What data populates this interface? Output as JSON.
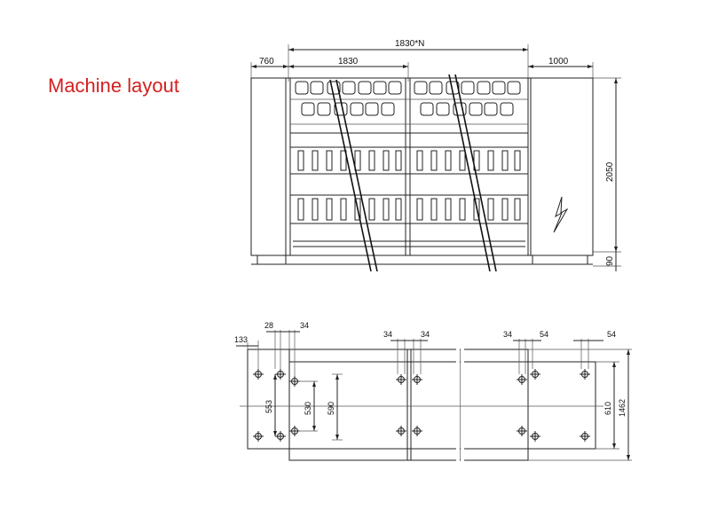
{
  "title": "Machine layout",
  "front_view": {
    "dims": {
      "total": "1830*N",
      "section": "1830",
      "left": "760",
      "right": "1000",
      "height": "2050",
      "base": "90"
    }
  },
  "plan_view": {
    "dims": {
      "d133": "133",
      "d28": "28",
      "d34a": "34",
      "d34b": "34",
      "d34c": "34",
      "d34d": "34",
      "d54a": "54",
      "d54b": "54",
      "d553": "553",
      "d530": "530",
      "d590": "590",
      "d610": "610",
      "d1462": "1462"
    }
  },
  "colors": {
    "title": "#d42020",
    "line": "#222222"
  }
}
